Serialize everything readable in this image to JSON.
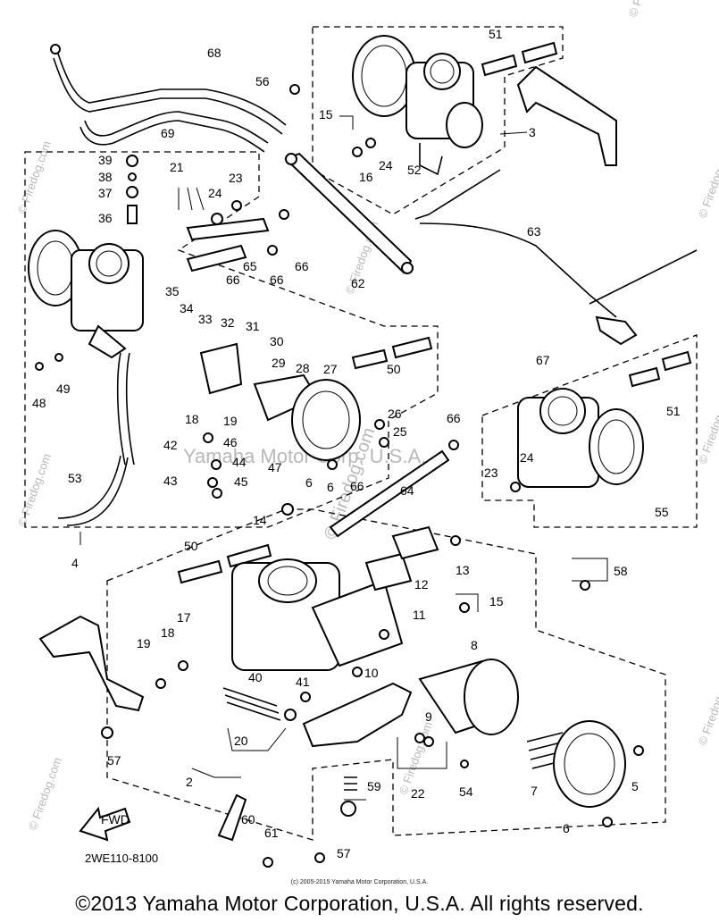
{
  "callouts": [
    "2",
    "3",
    "4",
    "5",
    "6",
    "6",
    "6",
    "7",
    "8",
    "9",
    "10",
    "11",
    "12",
    "13",
    "14",
    "15",
    "15",
    "16",
    "17",
    "18",
    "18",
    "19",
    "19",
    "20",
    "21",
    "22",
    "23",
    "23",
    "24",
    "24",
    "24",
    "25",
    "26",
    "27",
    "28",
    "29",
    "30",
    "31",
    "32",
    "33",
    "34",
    "35",
    "36",
    "37",
    "38",
    "39",
    "40",
    "41",
    "42",
    "43",
    "44",
    "45",
    "46",
    "47",
    "48",
    "49",
    "50",
    "50",
    "51",
    "51",
    "52",
    "53",
    "54",
    "55",
    "56",
    "57",
    "57",
    "58",
    "59",
    "60",
    "61",
    "62",
    "63",
    "64",
    "65",
    "66",
    "66",
    "66",
    "66",
    "66",
    "67",
    "68",
    "69"
  ],
  "diagram_code": "2WE110-8100",
  "fwd_label": "FWD",
  "small_copyright": "(c) 2005-2015 Yamaha Motor Corporation, U.S.A.",
  "footer_copyright": "©2013 Yamaha Motor Corporation, U.S.A. All rights reserved.",
  "watermark_text": "© Firedog.com",
  "watermark_center_text": "Yamaha Motor Corp. U.S.A.",
  "watermark_mid_text": "© Firedog.com"
}
